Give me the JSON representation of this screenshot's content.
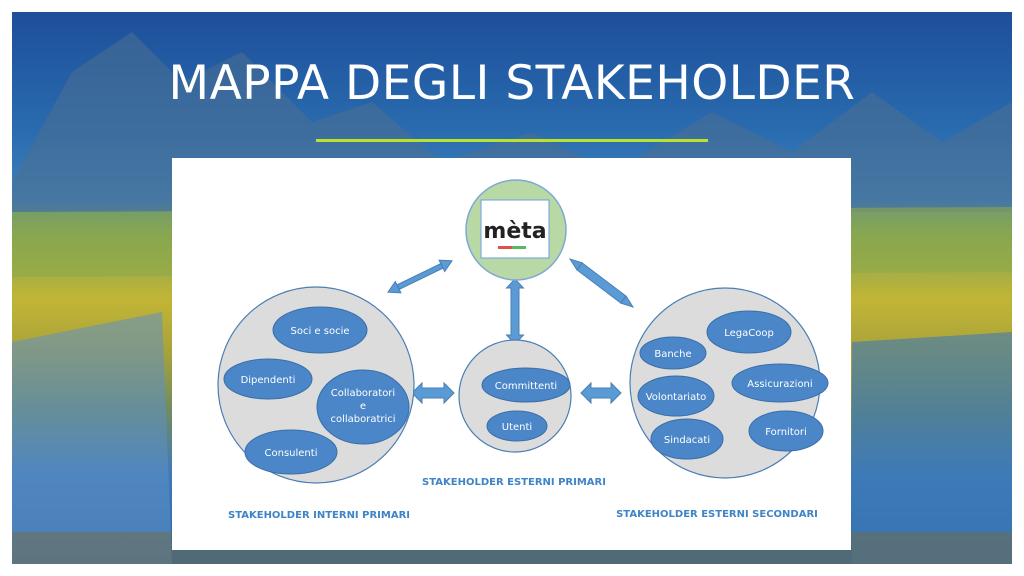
{
  "title": "MAPPA DEGLI STAKEHOLDER",
  "logo_text": "mèta",
  "groups": {
    "internal_primary": {
      "label": "STAKEHOLDER INTERNI PRIMARI",
      "items": [
        "Soci e socie",
        "Dipendenti",
        "Collaboratori",
        "e",
        "collaboratrici",
        "Consulenti"
      ]
    },
    "external_primary": {
      "label": "STAKEHOLDER ESTERNI PRIMARI",
      "items": [
        "Committenti",
        "Utenti"
      ]
    },
    "external_secondary": {
      "label": "STAKEHOLDER ESTERNI SECONDARI",
      "items": [
        "LegaCoop",
        "Banche",
        "Assicurazioni",
        "Volontariato",
        "Fornitori",
        "Sindacati"
      ]
    }
  },
  "colors": {
    "title_rule": "#b9e22d",
    "big_circle_fill": "#dcdcdc",
    "pill_fill": "#4a86c8",
    "arrow_fill": "#5b9bd5",
    "logo_circle_fill": "#b8d9a6",
    "group_label": "#3e84c6"
  }
}
